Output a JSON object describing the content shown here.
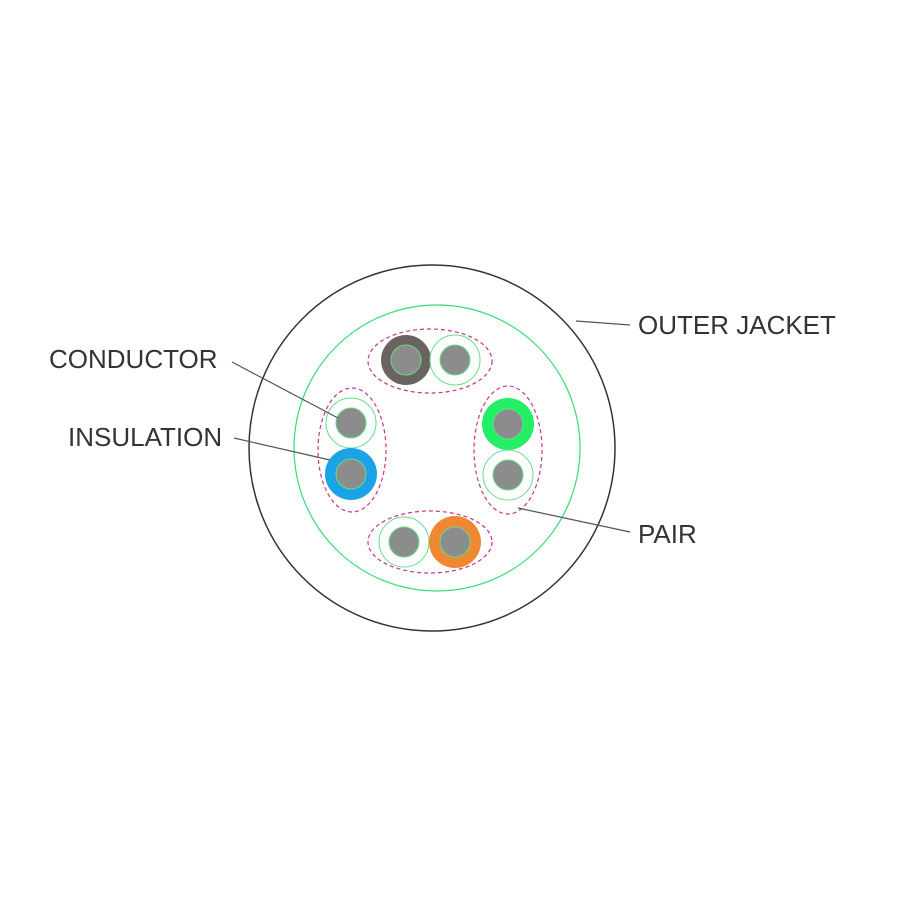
{
  "labels": {
    "outer_jacket": "OUTER JACKET",
    "conductor": "CONDUCTOR",
    "insulation": "INSULATION",
    "pair": "PAIR"
  },
  "colors": {
    "jacket": "#333333",
    "shield_ring": "#33dd77",
    "pair_outline": "#cc3388",
    "conductor": "#8c8c8c",
    "insulation_light": "#ffffff",
    "insulation_outline": "#66dd88",
    "brown": "#6b6361",
    "green": "#22ee66",
    "blue": "#1aa3e6",
    "orange": "#ee8833",
    "leader_line": "#555555"
  },
  "pairs": [
    {
      "name": "brown-pair",
      "wires": [
        "brown",
        "white"
      ]
    },
    {
      "name": "green-pair",
      "wires": [
        "green",
        "white"
      ]
    },
    {
      "name": "orange-pair",
      "wires": [
        "white",
        "orange"
      ]
    },
    {
      "name": "blue-pair",
      "wires": [
        "white",
        "blue"
      ]
    }
  ]
}
